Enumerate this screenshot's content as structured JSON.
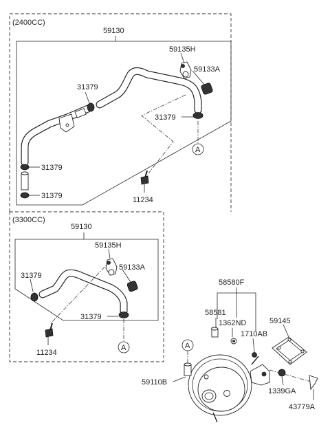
{
  "sections": {
    "top_label": "(2400CC)",
    "bottom_label": "(3300CC)"
  },
  "labels": {
    "top_assembly": "59130",
    "top_59135h": "59135H",
    "top_59133a": "59133A",
    "top_31379_a": "31379",
    "top_31379_b": "31379",
    "top_31379_c": "31379",
    "top_31379_d": "31379",
    "top_11234": "11234",
    "top_ref_a": "A",
    "bot_assembly": "59130",
    "bot_59135h": "59135H",
    "bot_59133a": "59133A",
    "bot_31379_a": "31379",
    "bot_31379_b": "31379",
    "bot_11234": "11234",
    "bot_ref_a": "A",
    "booster_58580f": "58580F",
    "booster_58581": "58581",
    "booster_1362nd": "1362ND",
    "booster_1710ab": "1710AB",
    "booster_59145": "59145",
    "booster_59110b": "59110B",
    "booster_1339ga": "1339GA",
    "booster_43779a": "43779A",
    "booster_ref_a": "A"
  }
}
